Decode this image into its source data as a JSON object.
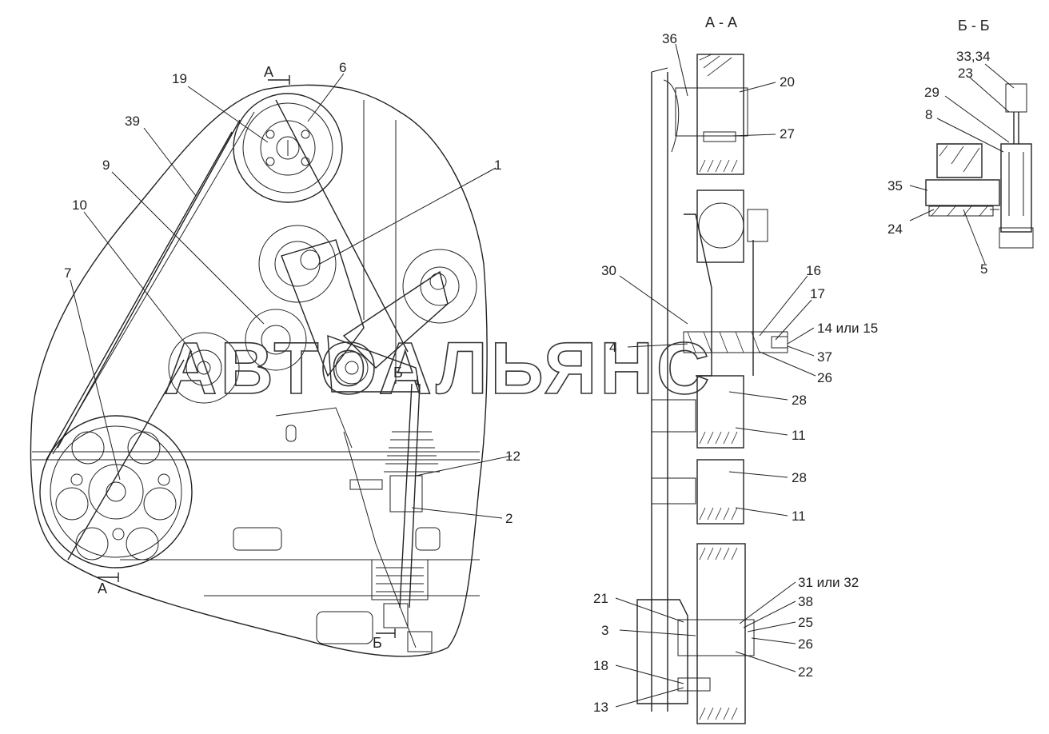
{
  "watermark": "АВТОАЛЬЯНС",
  "sections": {
    "aa_top": "А - А",
    "bb_top": "Б - Б",
    "cut_a_top": "А",
    "cut_a_bottom": "А",
    "cut_b_right": "Б",
    "cut_b_bottom": "Б"
  },
  "callouts": {
    "c19": "19",
    "c6": "6",
    "c39": "39",
    "c9": "9",
    "c10": "10",
    "c1": "1",
    "c7": "7",
    "c12": "12",
    "c2": "2",
    "c36": "36",
    "c20": "20",
    "c27": "27",
    "c30": "30",
    "c16": "16",
    "c17": "17",
    "c14_15": "14 или 15",
    "c4": "4",
    "c37": "37",
    "c26a": "26",
    "c28a": "28",
    "c11a": "11",
    "c28b": "28",
    "c11b": "11",
    "c31_32": "31 или 32",
    "c21": "21",
    "c38": "38",
    "c25": "25",
    "c3": "3",
    "c26b": "26",
    "c22": "22",
    "c18": "18",
    "c13": "13",
    "c33_34": "33,34",
    "c23": "23",
    "c29": "29",
    "c8": "8",
    "c35": "35",
    "c24": "24",
    "c5": "5"
  }
}
